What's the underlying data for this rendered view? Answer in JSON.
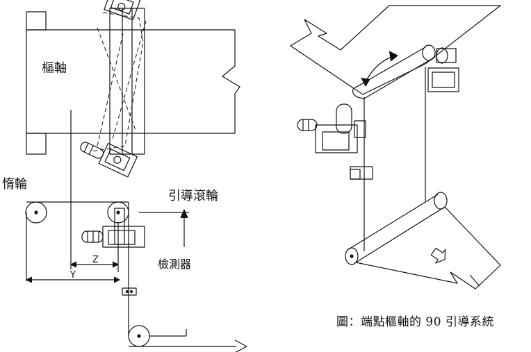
{
  "left_diagram": {
    "labels": {
      "pivot": "樞軸",
      "idler": "惰輪",
      "guide_roller": "引導滾輪",
      "detector": "檢測器",
      "dim_z": "Z",
      "dim_y": "Y"
    }
  },
  "caption": "圖：端點樞軸的 90 引導系統",
  "colors": {
    "line": "#111111",
    "background": "#ffffff"
  }
}
